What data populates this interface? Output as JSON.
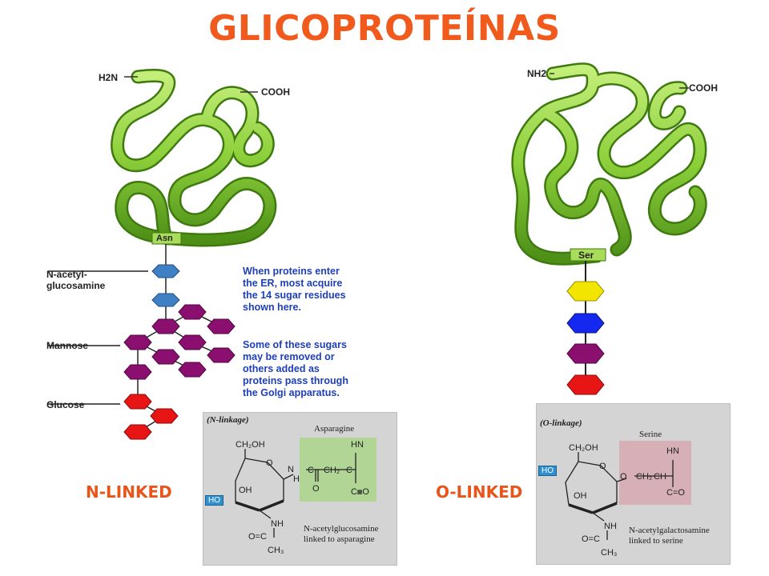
{
  "title": "GLICOPROTEÍNAS",
  "n_linked": {
    "label": "N-LINKED",
    "protein": {
      "n_term": "H2N",
      "c_term": "COOH",
      "residue": "Asn"
    },
    "labels": {
      "n_acetyl": "N-acetyl-\nglucosamine",
      "mannose": "Mannose",
      "glucose": "Glucose"
    },
    "note_1": "When proteins enter\nthe ER, most acquire\nthe 14 sugar residues\nshown here.",
    "note_2": "Some of these sugars\nmay be removed or\nothers added as\nproteins pass through\nthe Golgi apparatus.",
    "panel": {
      "title": "(N-linkage)",
      "residue_name": "Asparagine",
      "ho": "HO",
      "caption": "N-acetylglucosamine\nlinked to asparagine"
    }
  },
  "o_linked": {
    "label": "O-LINKED",
    "protein": {
      "n_term": "NH2",
      "c_term": "COOH",
      "residue": "Ser"
    },
    "panel": {
      "title": "(O-linkage)",
      "residue_name": "Serine",
      "ho": "HO",
      "caption": "N-acetylgalactosamine\nlinked to serine"
    }
  },
  "colors": {
    "title": "#f05a1c",
    "protein": "#8ccf3a",
    "glcnac": "#3f7fc4",
    "mannose": "#8b0f6e",
    "glucose": "#e81515",
    "yellow": "#f2e600",
    "blue": "#1428f0",
    "note": "#1e3fb8"
  }
}
